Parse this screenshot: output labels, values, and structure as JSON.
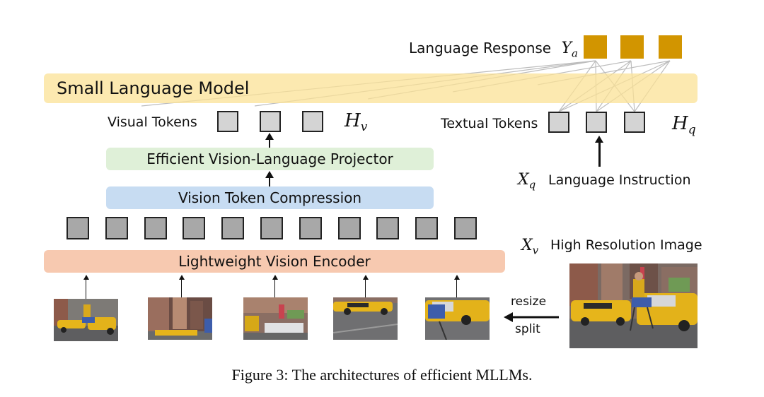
{
  "diagram": {
    "language_response_label": "Language Response",
    "language_response_symbol": "Y",
    "language_response_sub": "a",
    "small_language_model": "Small Language Model",
    "visual_tokens_label": "Visual Tokens",
    "visual_tokens_symbol": "H",
    "visual_tokens_sub": "v",
    "textual_tokens_label": "Textual Tokens",
    "textual_tokens_symbol": "H",
    "textual_tokens_sub": "q",
    "projector_label": "Efficient Vision-Language Projector",
    "compression_label": "Vision Token Compression",
    "language_instruction_symbol": "X",
    "language_instruction_sub": "q",
    "language_instruction_label": "Language Instruction",
    "high_res_symbol": "X",
    "high_res_sub": "v",
    "high_res_label": "High Resolution Image",
    "encoder_label": "Lightweight Vision Encoder",
    "resize_label": "resize",
    "split_label": "split",
    "caption": "Figure 3: The architectures of efficient MLLMs."
  },
  "colors": {
    "slm_band": "#fbe6a6",
    "projector_band": "#dff0d8",
    "compression_band": "#c7dcf2",
    "encoder_band": "#f7c9b0",
    "response_token": "#d29500",
    "visual_token": "#d4d4d4",
    "patch_token": "#a8a8a8"
  }
}
